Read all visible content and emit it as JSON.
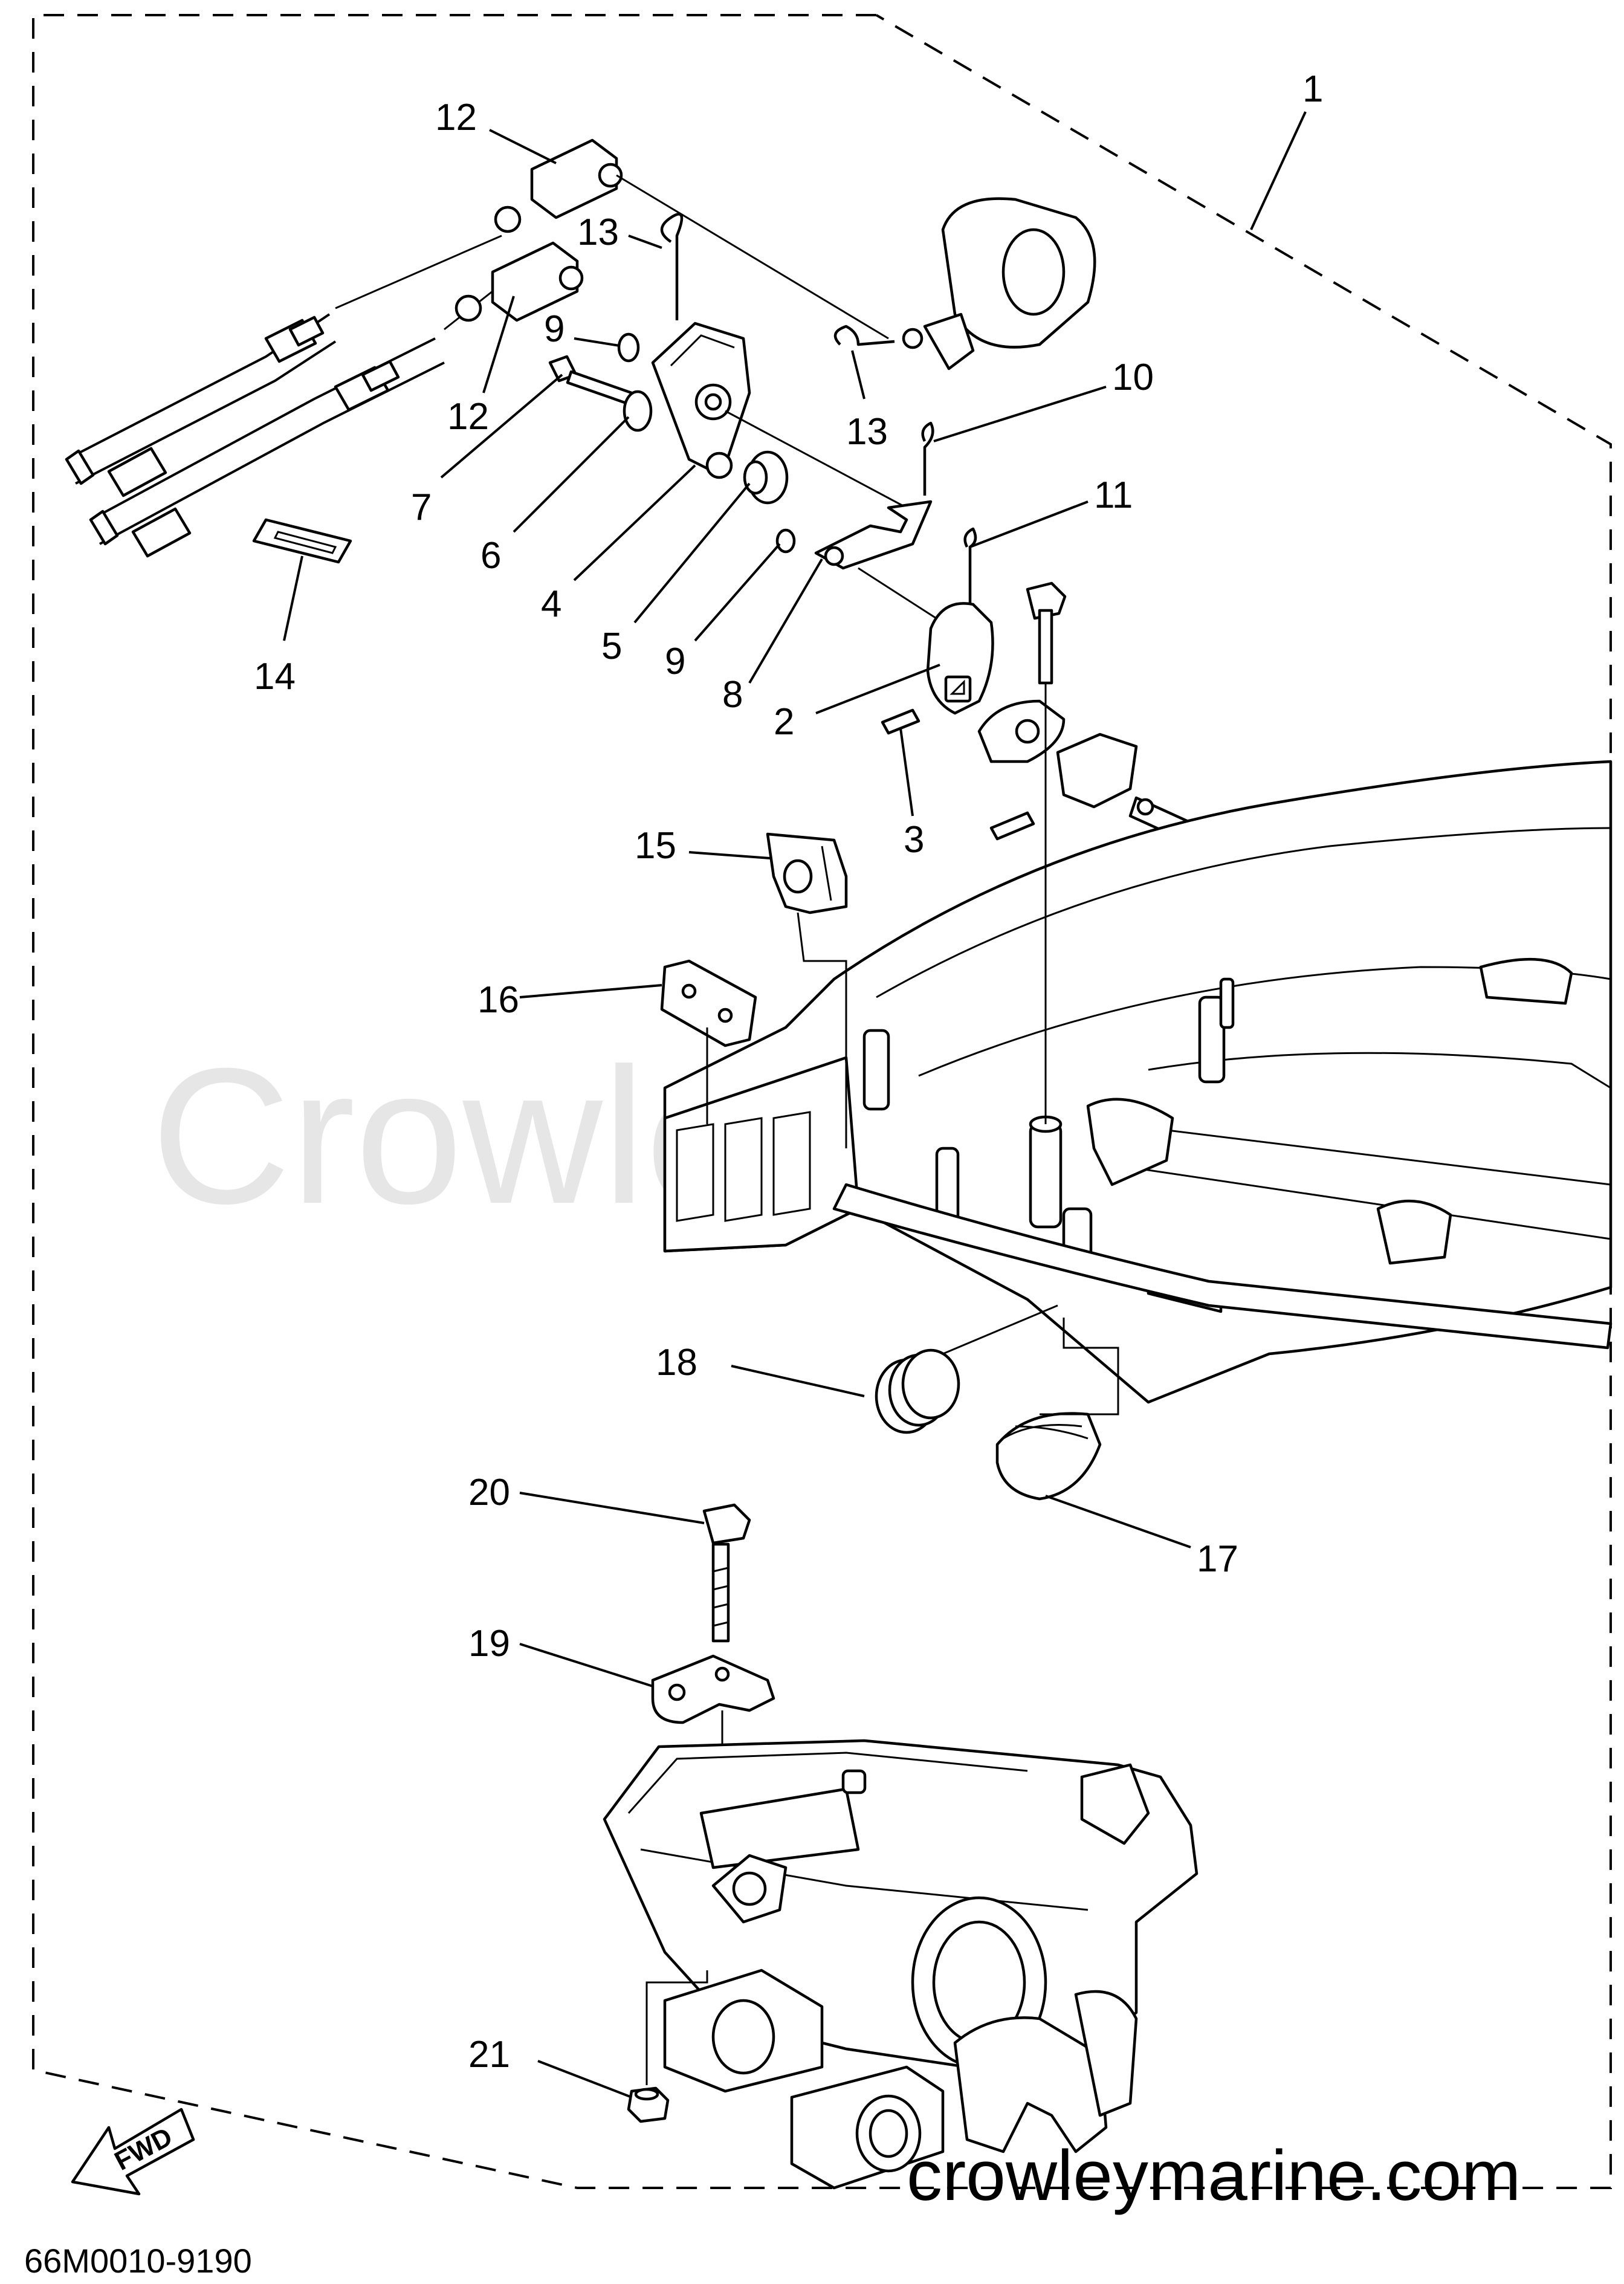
{
  "diagram": {
    "part_code": "66M0010-9190",
    "watermark": "Crowley Marine",
    "website": "crowleymarine.com",
    "direction_label": "FWD",
    "callouts": [
      {
        "id": "c1",
        "label": "1"
      },
      {
        "id": "c12a",
        "label": "12"
      },
      {
        "id": "c13a",
        "label": "13"
      },
      {
        "id": "c9a",
        "label": "9"
      },
      {
        "id": "c12b",
        "label": "12"
      },
      {
        "id": "c7",
        "label": "7"
      },
      {
        "id": "c6",
        "label": "6"
      },
      {
        "id": "c4",
        "label": "4"
      },
      {
        "id": "c5",
        "label": "5"
      },
      {
        "id": "c13b",
        "label": "13"
      },
      {
        "id": "c10",
        "label": "10"
      },
      {
        "id": "c11",
        "label": "11"
      },
      {
        "id": "c9b",
        "label": "9"
      },
      {
        "id": "c8",
        "label": "8"
      },
      {
        "id": "c2",
        "label": "2"
      },
      {
        "id": "c3",
        "label": "3"
      },
      {
        "id": "c14",
        "label": "14"
      },
      {
        "id": "c15",
        "label": "15"
      },
      {
        "id": "c16",
        "label": "16"
      },
      {
        "id": "c18",
        "label": "18"
      },
      {
        "id": "c17",
        "label": "17"
      },
      {
        "id": "c20",
        "label": "20"
      },
      {
        "id": "c19",
        "label": "19"
      },
      {
        "id": "c21",
        "label": "21"
      }
    ]
  }
}
